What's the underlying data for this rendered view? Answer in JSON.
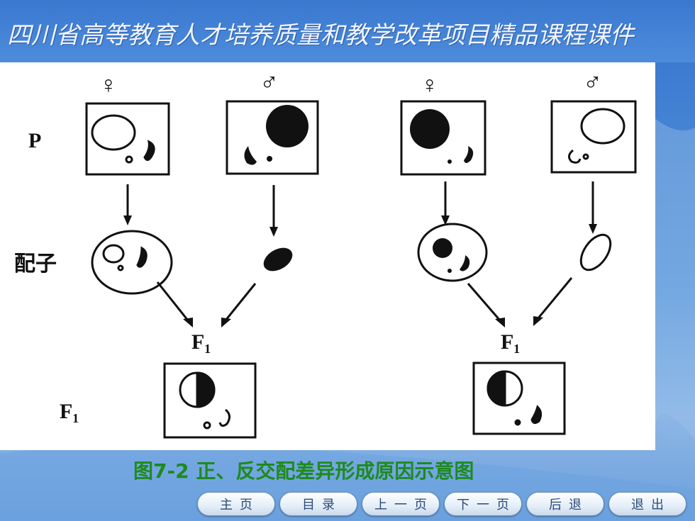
{
  "header": {
    "title": "四川省高等教育人才培养质量和教学改革项目精品课程课件"
  },
  "figure": {
    "row_labels": {
      "p": "P",
      "gamete": "配子",
      "f1": "F₁"
    },
    "female_symbol": "♀",
    "male_symbol": "♂",
    "f1_label": "F₁"
  },
  "caption": "图7-2 正、反交配差异形成原因示意图",
  "nav": {
    "home": "主页",
    "contents": "目录",
    "prev": "上一页",
    "next": "下一页",
    "back": "后退",
    "exit": "退出"
  },
  "colors": {
    "caption": "#1e8a1e",
    "header_bg": "#3a78d0"
  }
}
